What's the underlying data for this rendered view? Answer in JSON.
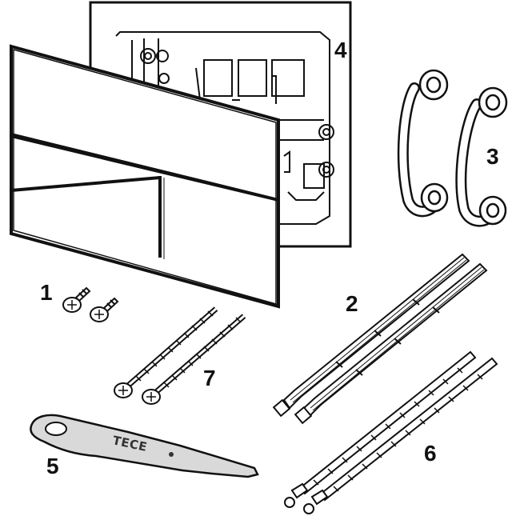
{
  "diagram": {
    "parts": [
      {
        "id": "1",
        "label": "1"
      },
      {
        "id": "2",
        "label": "2"
      },
      {
        "id": "3",
        "label": "3"
      },
      {
        "id": "4",
        "label": "4"
      },
      {
        "id": "5",
        "label": "5"
      },
      {
        "id": "6",
        "label": "6"
      },
      {
        "id": "7",
        "label": "7"
      }
    ],
    "tool_logo": "TECE"
  },
  "colors": {
    "stroke": "#111111",
    "plate": "#ffffff",
    "tool": "#d9d9d9",
    "metal": "#ffffff"
  }
}
